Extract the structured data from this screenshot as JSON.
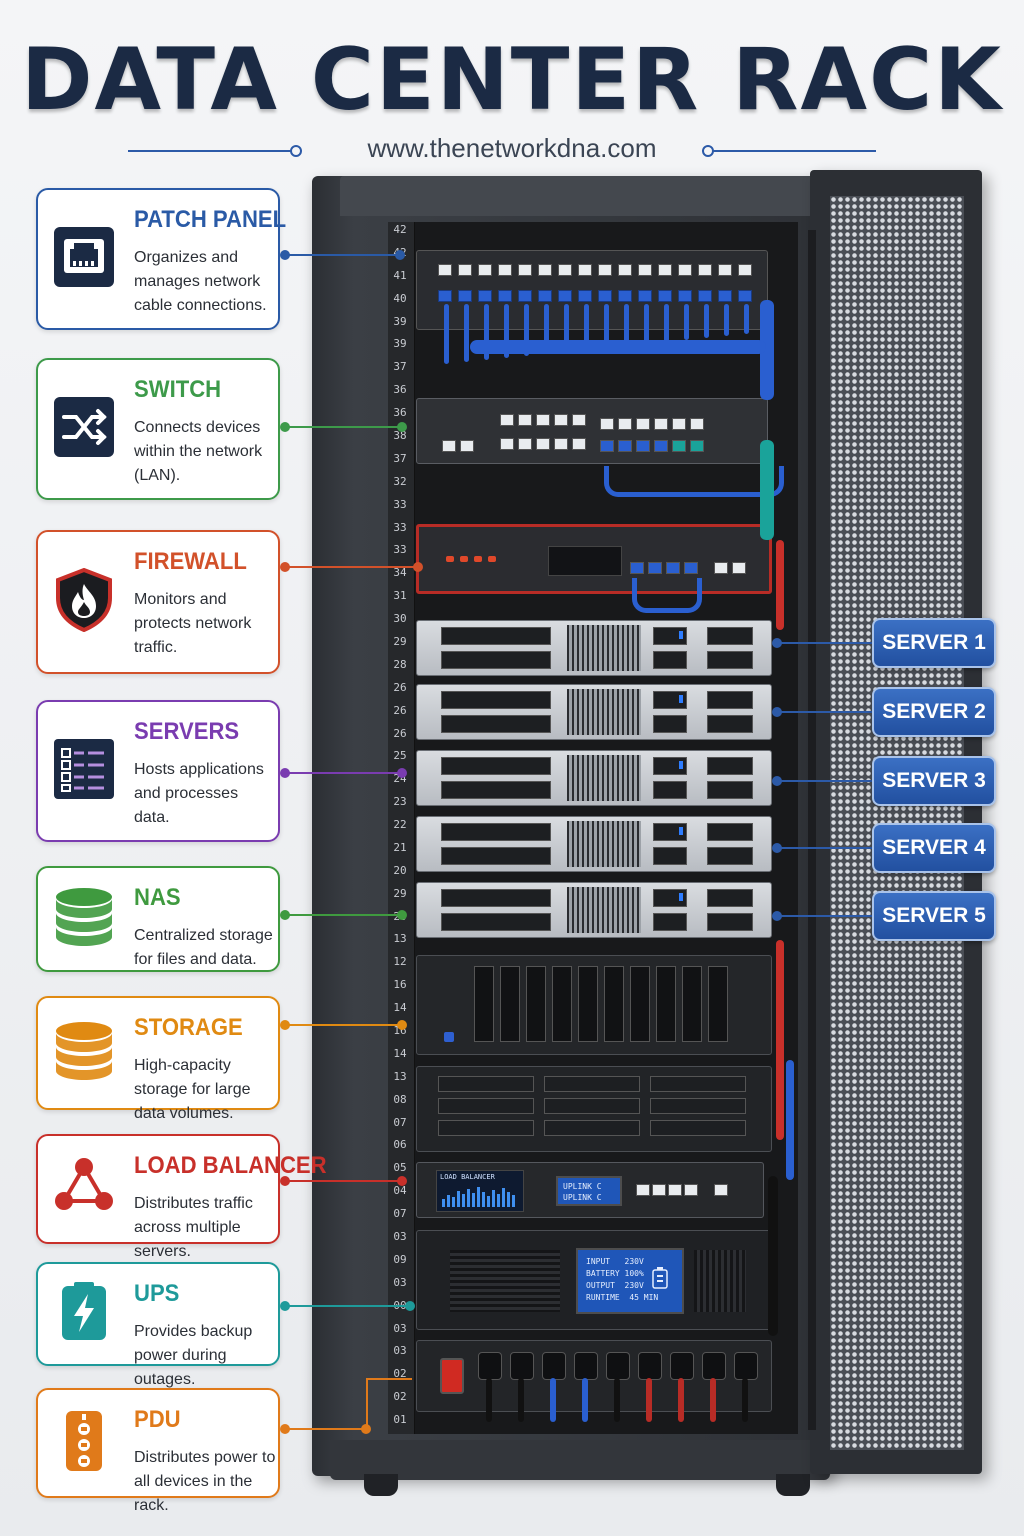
{
  "header": {
    "title": "DATA CENTER RACK",
    "subtitle": "www.thenetworkdna.com"
  },
  "components": [
    {
      "id": "patch-panel",
      "title": "PATCH PANEL",
      "description": "Organizes and manages network cable connections.",
      "color": "#2a5aa6",
      "icon": "ethernet-port-icon"
    },
    {
      "id": "switch",
      "title": "SWITCH",
      "description": "Connects devices within the network (LAN).",
      "color": "#3d9a4a",
      "icon": "shuffle-arrows-icon"
    },
    {
      "id": "firewall",
      "title": "FIREWALL",
      "description": "Monitors and protects network traffic.",
      "color": "#d2512a",
      "icon": "shield-fire-icon"
    },
    {
      "id": "servers",
      "title": "SERVERS",
      "description": "Hosts applications and processes data.",
      "color": "#7a3cb0",
      "icon": "server-list-icon"
    },
    {
      "id": "nas",
      "title": "NAS",
      "description": "Centralized storage for files and data.",
      "color": "#3f9a3f",
      "icon": "database-icon"
    },
    {
      "id": "storage",
      "title": "STORAGE",
      "description": "High-capacity storage for large data volumes.",
      "color": "#e08a12",
      "icon": "database-icon"
    },
    {
      "id": "load-balancer",
      "title": "LOAD BALANCER",
      "description": "Distributes traffic across multiple servers.",
      "color": "#c8302a",
      "icon": "network-nodes-icon"
    },
    {
      "id": "ups",
      "title": "UPS",
      "description": "Provides backup power during outages.",
      "color": "#1e9a9a",
      "icon": "battery-bolt-icon"
    },
    {
      "id": "pdu",
      "title": "PDU",
      "description": "Distributes power to all devices in the rack.",
      "color": "#e07a1a",
      "icon": "power-strip-icon"
    }
  ],
  "servers": [
    {
      "label": "SERVER 1"
    },
    {
      "label": "SERVER 2"
    },
    {
      "label": "SERVER 3"
    },
    {
      "label": "SERVER 4"
    },
    {
      "label": "SERVER 5"
    }
  ],
  "rack_units": [
    "42",
    "42",
    "41",
    "40",
    "39",
    "39",
    "37",
    "36",
    "36",
    "38",
    "37",
    "32",
    "33",
    "33",
    "33",
    "34",
    "31",
    "30",
    "29",
    "28",
    "26",
    "26",
    "26",
    "25",
    "24",
    "23",
    "22",
    "21",
    "20",
    "29",
    "20",
    "13",
    "12",
    "16",
    "14",
    "16",
    "14",
    "13",
    "08",
    "07",
    "06",
    "05",
    "04",
    "07",
    "03",
    "09",
    "03",
    "00",
    "03",
    "03",
    "02",
    "02",
    "01"
  ],
  "load_balancer_panel": {
    "label": "LOAD BALANCER",
    "uplink_1": "UPLINK C",
    "uplink_2": "UPLINK C"
  },
  "ups_display": {
    "input": "INPUT   230V",
    "battery": "BATTERY 100%",
    "output": "OUTPUT  230V",
    "runtime": "RUNTIME  45 MIN"
  }
}
